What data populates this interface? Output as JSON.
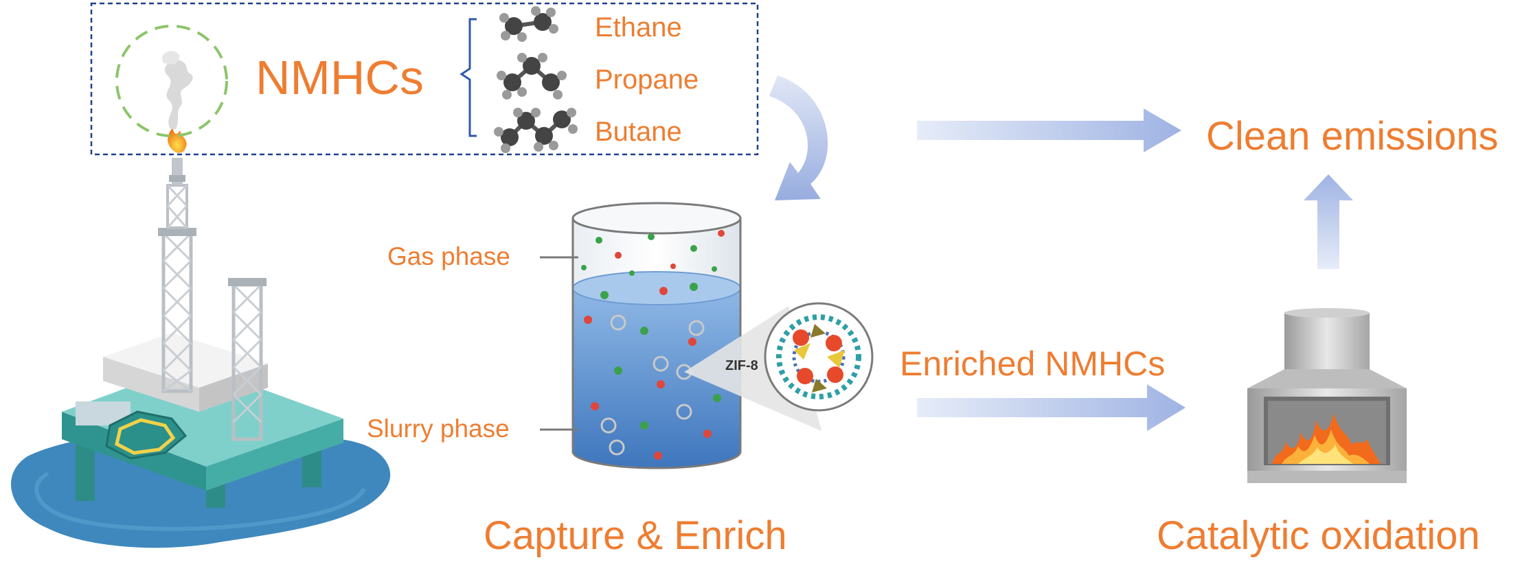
{
  "labels": {
    "nmhcs": "NMHCs",
    "ethane": "Ethane",
    "propane": "Propane",
    "butane": "Butane",
    "clean_emissions": "Clean emissions",
    "enriched_nmhcs": "Enriched NMHCs",
    "gas_phase": "Gas phase",
    "slurry_phase": "Slurry phase",
    "zif8": "ZIF-8",
    "capture_enrich": "Capture & Enrich",
    "catalytic_oxidation": "Catalytic oxidation"
  },
  "colors": {
    "label_orange": "#ee7d31",
    "box_border_blue": "#1f3f8f",
    "arrow_blue": "#9fb3e3",
    "slurry_blue": "#4f86c6",
    "gas_particle": "#3aa14a",
    "red_particle": "#e0463a",
    "water_blue": "#3f88bd",
    "platform_teal": "#4fb8b2"
  },
  "icons": {
    "platform": "offshore-platform-icon",
    "reactor": "slurry-reactor-icon",
    "framework": "zif8-framework-icon",
    "furnace": "catalytic-furnace-icon",
    "molecule": "molecule-icon"
  }
}
